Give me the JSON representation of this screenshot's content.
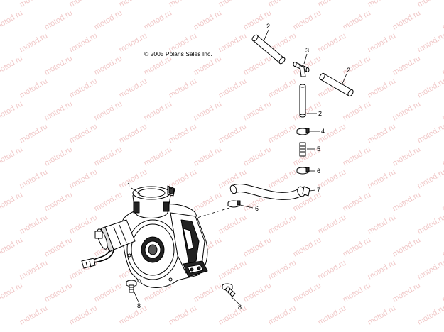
{
  "copyright": "© 2005 Polaris Sales Inc.",
  "watermark": "motod.ru",
  "callouts": [
    "2",
    "3",
    "2",
    "2",
    "4",
    "5",
    "6",
    "7",
    "1",
    "6",
    "8",
    "8"
  ],
  "colors": {
    "line": "#000000",
    "part": "#ffffff",
    "dark": "#333333",
    "watermark": "#f1c9c9"
  }
}
